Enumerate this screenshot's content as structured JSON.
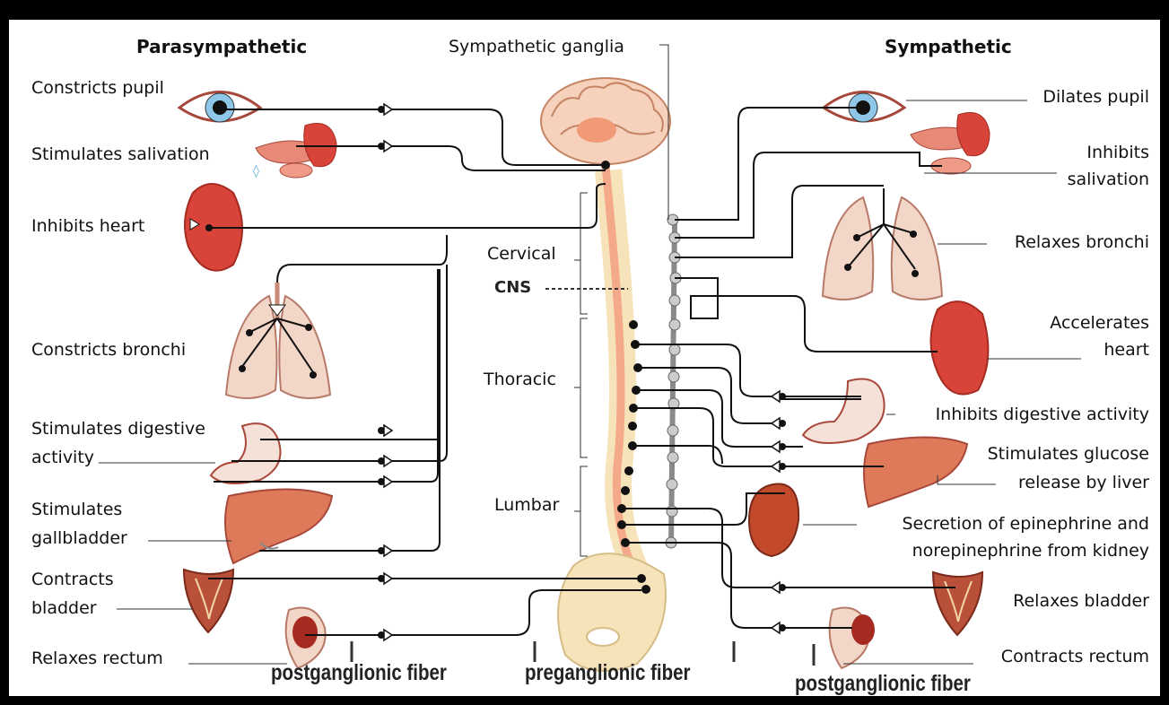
{
  "headers": {
    "left": "Parasympathetic",
    "center": "Sympathetic ganglia",
    "right": "Sympathetic"
  },
  "left_labels": [
    "Constricts pupil",
    "Stimulates salivation",
    "Inhibits heart",
    "Constricts bronchi",
    "Stimulates digestive",
    "activity",
    "Stimulates",
    "gallbladder",
    "Contracts",
    "bladder",
    "Relaxes rectum"
  ],
  "right_labels": [
    "Dilates pupil",
    "Inhibits",
    "salivation",
    "Relaxes bronchi",
    "Accelerates",
    "heart",
    "Inhibits digestive activity",
    "Stimulates glucose",
    "release by liver",
    "Secretion of epinephrine and",
    "norepinephrine from kidney",
    "Relaxes bladder",
    "Contracts rectum"
  ],
  "regions": {
    "cervical": "Cervical",
    "cns": "CNS",
    "thoracic": "Thoracic",
    "lumbar": "Lumbar"
  },
  "fibers": {
    "left": "postganglionic fiber",
    "center": "preganglionic fiber",
    "right": "postganglionic fiber"
  },
  "colors": {
    "organ": "#d8443a",
    "organ_dark": "#a52a20",
    "cord": "#f4a98a",
    "vertebra": "#f3e3b8",
    "ganglia": "#b8b8b8",
    "wire": "#111111"
  }
}
